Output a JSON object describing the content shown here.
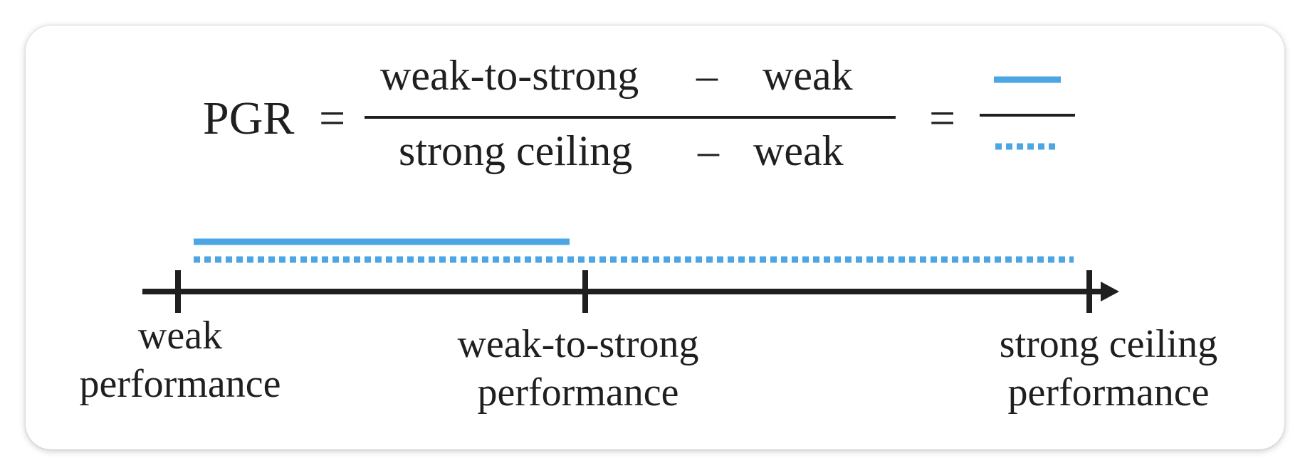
{
  "formula": {
    "lhs": "PGR",
    "equals": "=",
    "numerator": {
      "term_a": "weak-to-strong",
      "minus": "–",
      "term_b": "weak"
    },
    "denominator": {
      "term_a": "strong ceiling",
      "minus": "–",
      "term_b": "weak"
    },
    "equals_2": "="
  },
  "axis": {
    "labels": [
      {
        "line1": "weak",
        "line2": "performance"
      },
      {
        "line1": "weak-to-strong",
        "line2": "performance"
      },
      {
        "line1": "strong ceiling",
        "line2": "performance"
      }
    ]
  },
  "colors": {
    "solid_line": "#4ba6e3",
    "dotted_line": "#4ba6e3",
    "ink": "#1f1f1f"
  }
}
